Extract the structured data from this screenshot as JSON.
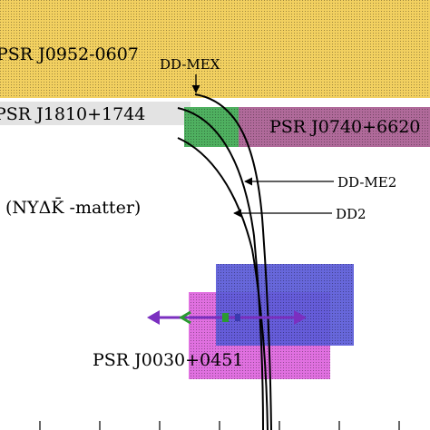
{
  "chart_data": {
    "type": "scatter",
    "title": "",
    "xlabel": "",
    "ylabel": "",
    "matter_label": "(NYΔK̄ -matter)",
    "bands": [
      {
        "label": "PSR J0952-0607",
        "color": "#f2d060",
        "pattern": true
      },
      {
        "label": "PSR J1810+1744",
        "color": "#e3e3e3",
        "pattern": false
      }
    ],
    "boxes": [
      {
        "label": "PSR J0740+6620",
        "color": "#b06a9a"
      },
      {
        "label": "",
        "color": "#4fb060"
      },
      {
        "label": "PSR J0030+0451",
        "color": "#e070e0"
      },
      {
        "label": "",
        "color": "#5a5ad8"
      }
    ],
    "curves": [
      {
        "label": "DD-MEX",
        "arrow_direction": "down"
      },
      {
        "label": "DD-ME2",
        "arrow_direction": "left"
      },
      {
        "label": "DD2",
        "arrow_direction": "left"
      }
    ],
    "error_bar_color": "#7b2fc0",
    "marker_colors": [
      "#2a9a30",
      "#2a9a30",
      "#3a3ab0"
    ]
  }
}
